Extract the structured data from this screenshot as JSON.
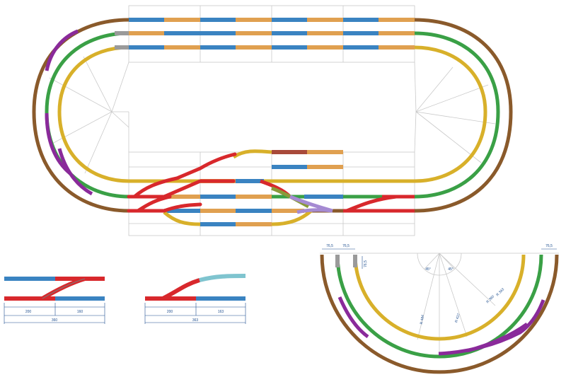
{
  "colors": {
    "background": "#ffffff",
    "grid": "#c9c9c9",
    "rail_outline": "#8a8a8a",
    "straight_blue": "#3a83c1",
    "straight_orange": "#e0a050",
    "curve_brown": "#8a5a2b",
    "curve_green": "#3aa046",
    "curve_purple": "#8a2a9a",
    "curve_gold": "#d8b02a",
    "switch_red": "#d8282c",
    "switch_teal": "#7fc4cf",
    "crossing_olive": "#8a9a3a",
    "crossing_lavender": "#a58ad2",
    "siding_maroon": "#a84a3a",
    "short_gray": "#9a9a9a",
    "dimension": "#1f4f8f"
  },
  "detail_left": {
    "dim_a": "200",
    "dim_b": "160",
    "dim_total": "360"
  },
  "detail_right": {
    "dim_a": "200",
    "dim_b": "163",
    "dim_total": "363"
  },
  "semicircle": {
    "width_labels": [
      "76,5",
      "76,5",
      "76,5"
    ],
    "end_label": "76,5",
    "angle_labels": [
      "45°",
      "45°"
    ],
    "radius_labels": [
      "R 484",
      "R 437",
      "R 390",
      "R 343"
    ]
  }
}
